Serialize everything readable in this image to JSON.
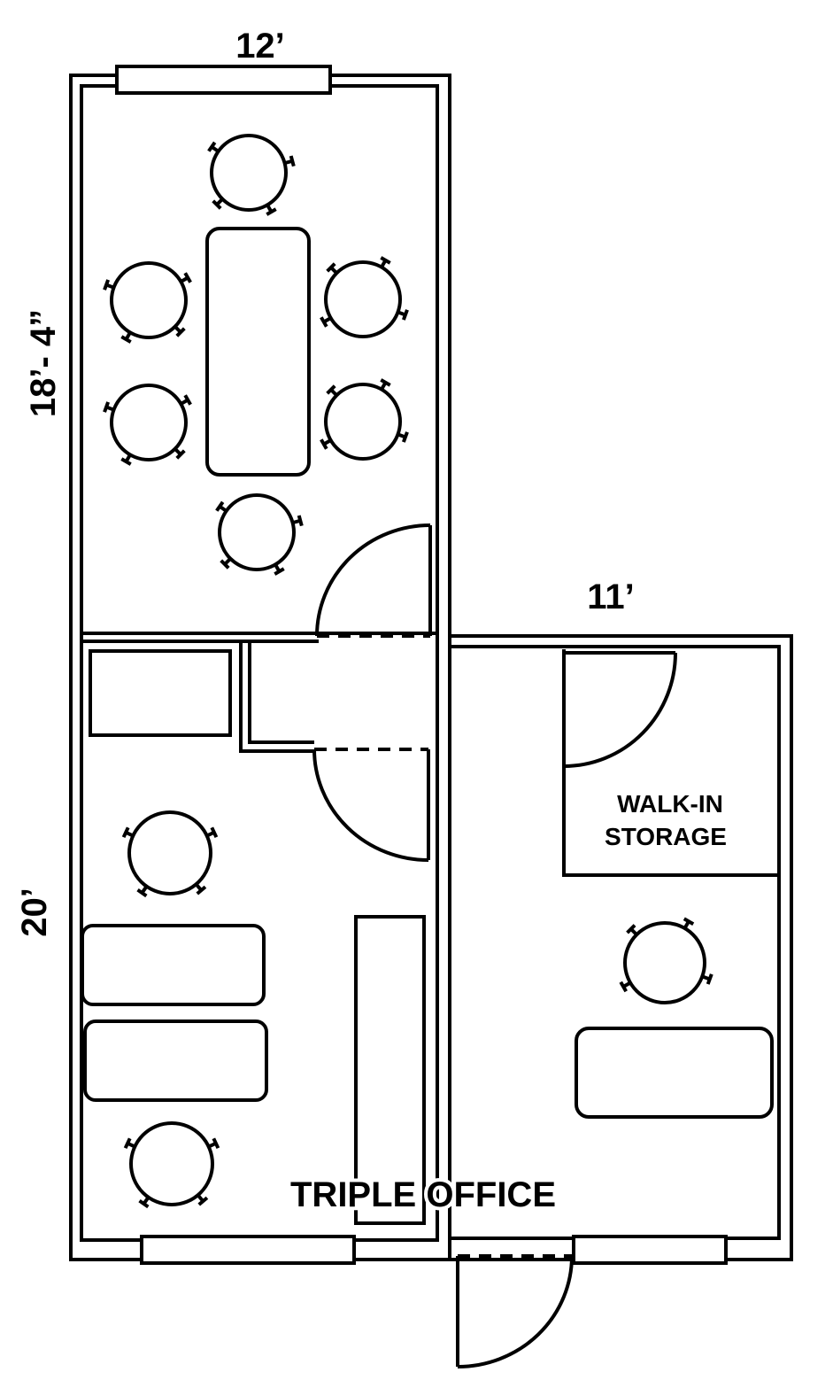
{
  "dimensions": {
    "top_width": "12’",
    "upper_height": "18’- 4”",
    "right_width": "11’",
    "lower_height": "20’"
  },
  "rooms": {
    "storage_line1": "WALK-IN",
    "storage_line2": "STORAGE",
    "office": "TRIPLE OFFICE"
  }
}
